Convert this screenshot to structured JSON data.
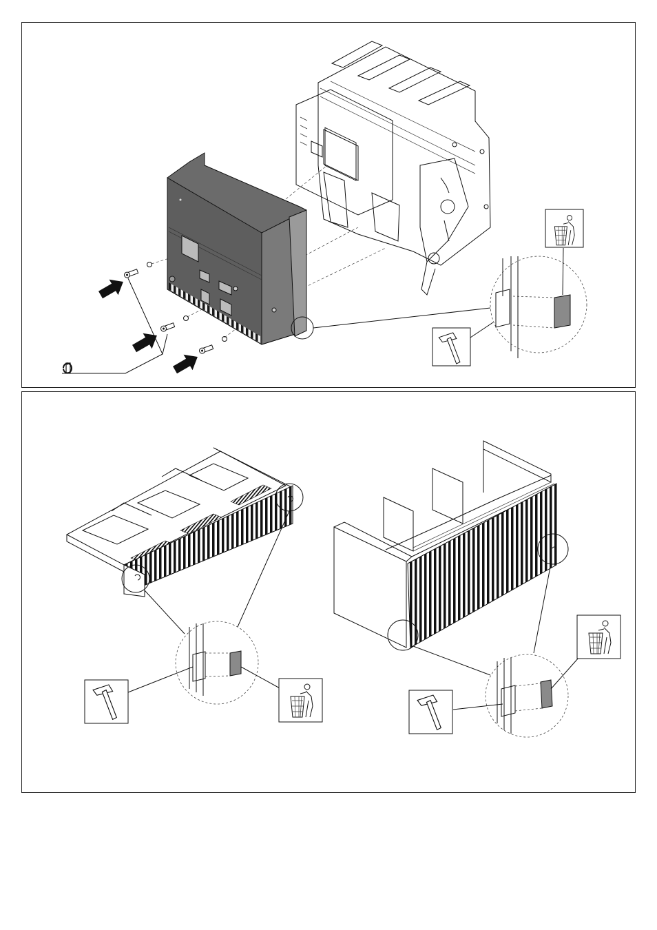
{
  "document": {
    "panels": [
      {
        "id": "removal-of-front-cover",
        "screws_count": 3
      },
      {
        "id": "removal-of-arc-chutes-and-sides"
      }
    ],
    "symbols": {
      "tool_icon": "hammer-icon",
      "disposal_icon": "trash-bin-icon",
      "torque_icon": "screwdriver-rotation-icon",
      "direction_icon": "arrow-icon"
    },
    "colors": {
      "line": "#111111",
      "cover_fill": "#6b6b6b",
      "detail_fill": "#8a8a8a",
      "background": "#ffffff"
    }
  }
}
